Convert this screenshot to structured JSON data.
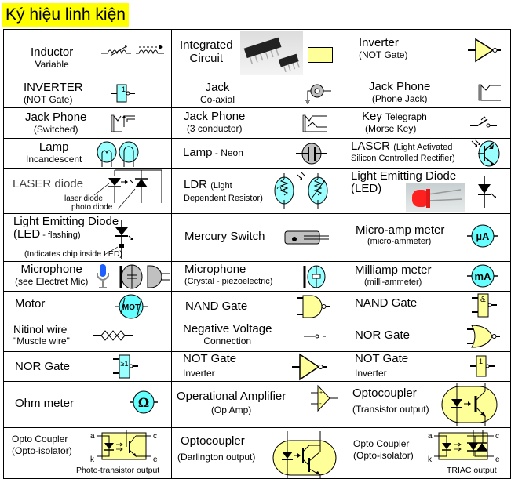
{
  "title": "Ký hiệu linh kiện",
  "rows": [
    [
      {
        "name": "Inductor",
        "sub": "Variable",
        "symbol": "inductor-variable-icon"
      },
      {
        "name": "Integrated",
        "name2": "Circuit",
        "symbol": "integrated-circuit-icon",
        "photo": "ic-chip-photo"
      },
      {
        "name": "Inverter",
        "sub": "(NOT Gate)",
        "symbol": "inverter-triangle-icon"
      }
    ],
    [
      {
        "name": "INVERTER",
        "sub": "(NOT Gate)",
        "symbol": "inverter-box-icon",
        "box_text": "1"
      },
      {
        "name": "Jack",
        "sub": "Co-axial",
        "symbol": "coaxial-jack-icon"
      },
      {
        "name": "Jack Phone",
        "sub": "(Phone Jack)",
        "symbol": "phone-jack-icon"
      }
    ],
    [
      {
        "name": "Jack Phone",
        "sub": "(Switched)",
        "symbol": "switched-jack-icon"
      },
      {
        "name": "Jack Phone",
        "sub": "(3 conductor)",
        "symbol": "three-conductor-jack-icon"
      },
      {
        "name": "Key",
        "name_small": "Telegraph",
        "sub": "(Morse Key)",
        "symbol": "telegraph-key-icon"
      }
    ],
    [
      {
        "name": "Lamp",
        "sub": "Incandescent",
        "symbol": "incandescent-lamp-icon"
      },
      {
        "name": "Lamp",
        "name_small": " - Neon",
        "symbol": "neon-lamp-icon"
      },
      {
        "name": "LASCR",
        "name_small": "(Light Activated",
        "sub": "Silicon Controlled Rectifier)",
        "symbol": "lascr-icon"
      }
    ],
    [
      {
        "name": "LASER diode",
        "annot1": "laser diode",
        "annot2": "photo diode",
        "symbol": "laser-diode-icon"
      },
      {
        "name": "LDR",
        "name_small": "(Light",
        "sub": "Dependent Resistor)",
        "symbol": "ldr-icon"
      },
      {
        "name": "Light Emitting Diode",
        "name2": "(LED)",
        "symbol": "led-icon",
        "photo": "red-led-photo"
      }
    ],
    [
      {
        "name": "Light Emitting Diode",
        "name2": "(LED",
        "name2_small": " - flashing)",
        "annot1": "(Indicates chip inside LED)",
        "symbol": "flashing-led-icon"
      },
      {
        "name": "Mercury Switch",
        "symbol": "mercury-switch-icon"
      },
      {
        "name": "Micro-amp meter",
        "sub": "(micro-ammeter)",
        "symbol": "microammeter-icon",
        "meter_text": "µA"
      }
    ],
    [
      {
        "name": "Microphone",
        "sub": "(see Electret Mic)",
        "symbol": "microphone-icon"
      },
      {
        "name": "Microphone",
        "sub": "(Crystal - piezoelectric)",
        "symbol": "crystal-microphone-icon"
      },
      {
        "name": "Milliamp meter",
        "sub": "(milli-ammeter)",
        "symbol": "milliammeter-icon",
        "meter_text": "mA"
      }
    ],
    [
      {
        "name": "Motor",
        "symbol": "motor-icon",
        "meter_text": "MOT"
      },
      {
        "name": "NAND Gate",
        "symbol": "nand-gate-icon"
      },
      {
        "name": "NAND Gate",
        "symbol": "nand-gate-box-icon",
        "box_text": "&"
      }
    ],
    [
      {
        "name": "Nitinol wire",
        "sub": "\"Muscle wire\"",
        "symbol": "nitinol-wire-icon"
      },
      {
        "name": "Negative Voltage",
        "sub": "Connection",
        "symbol": "negative-voltage-icon"
      },
      {
        "name": "NOR Gate",
        "symbol": "nor-gate-icon"
      }
    ],
    [
      {
        "name": "NOR Gate",
        "symbol": "nor-gate-box-icon",
        "box_text": "≥1"
      },
      {
        "name": "NOT Gate",
        "sub": "Inverter",
        "symbol": "not-gate-icon"
      },
      {
        "name": "NOT Gate",
        "sub": "Inverter",
        "symbol": "not-gate-box-icon",
        "box_text": "1"
      }
    ],
    [
      {
        "name": "Ohm meter",
        "symbol": "ohmmeter-icon",
        "meter_text": "Ω"
      },
      {
        "name": "Operational Amplifier",
        "sub": "(Op Amp)",
        "symbol": "op-amp-icon"
      },
      {
        "name": "Optocoupler",
        "sub": "(Transistor output)",
        "symbol": "optocoupler-transistor-icon"
      }
    ],
    [
      {
        "name": "Opto Coupler",
        "name2": "(Opto-isolator)",
        "annot1": "Photo-transistor output",
        "pins": [
          "a",
          "k",
          "c",
          "e"
        ],
        "symbol": "opto-isolator-phototransistor-icon"
      },
      {
        "name": "Optocoupler",
        "sub": "(Darlington output)",
        "symbol": "optocoupler-darlington-icon"
      },
      {
        "name": "Opto Coupler",
        "name2": "(Opto-isolator)",
        "annot1": "TRIAC output",
        "pins": [
          "a",
          "k",
          "c",
          "e"
        ],
        "symbol": "opto-isolator-triac-icon"
      }
    ]
  ],
  "colors": {
    "title_bg": "#ffff00",
    "gate_fill": "#ffff99",
    "cyan_fill": "#99ffff",
    "meter_fill": "#66ffff",
    "gray_fill": "#c0c0c0",
    "led_red": "#ff2020"
  }
}
